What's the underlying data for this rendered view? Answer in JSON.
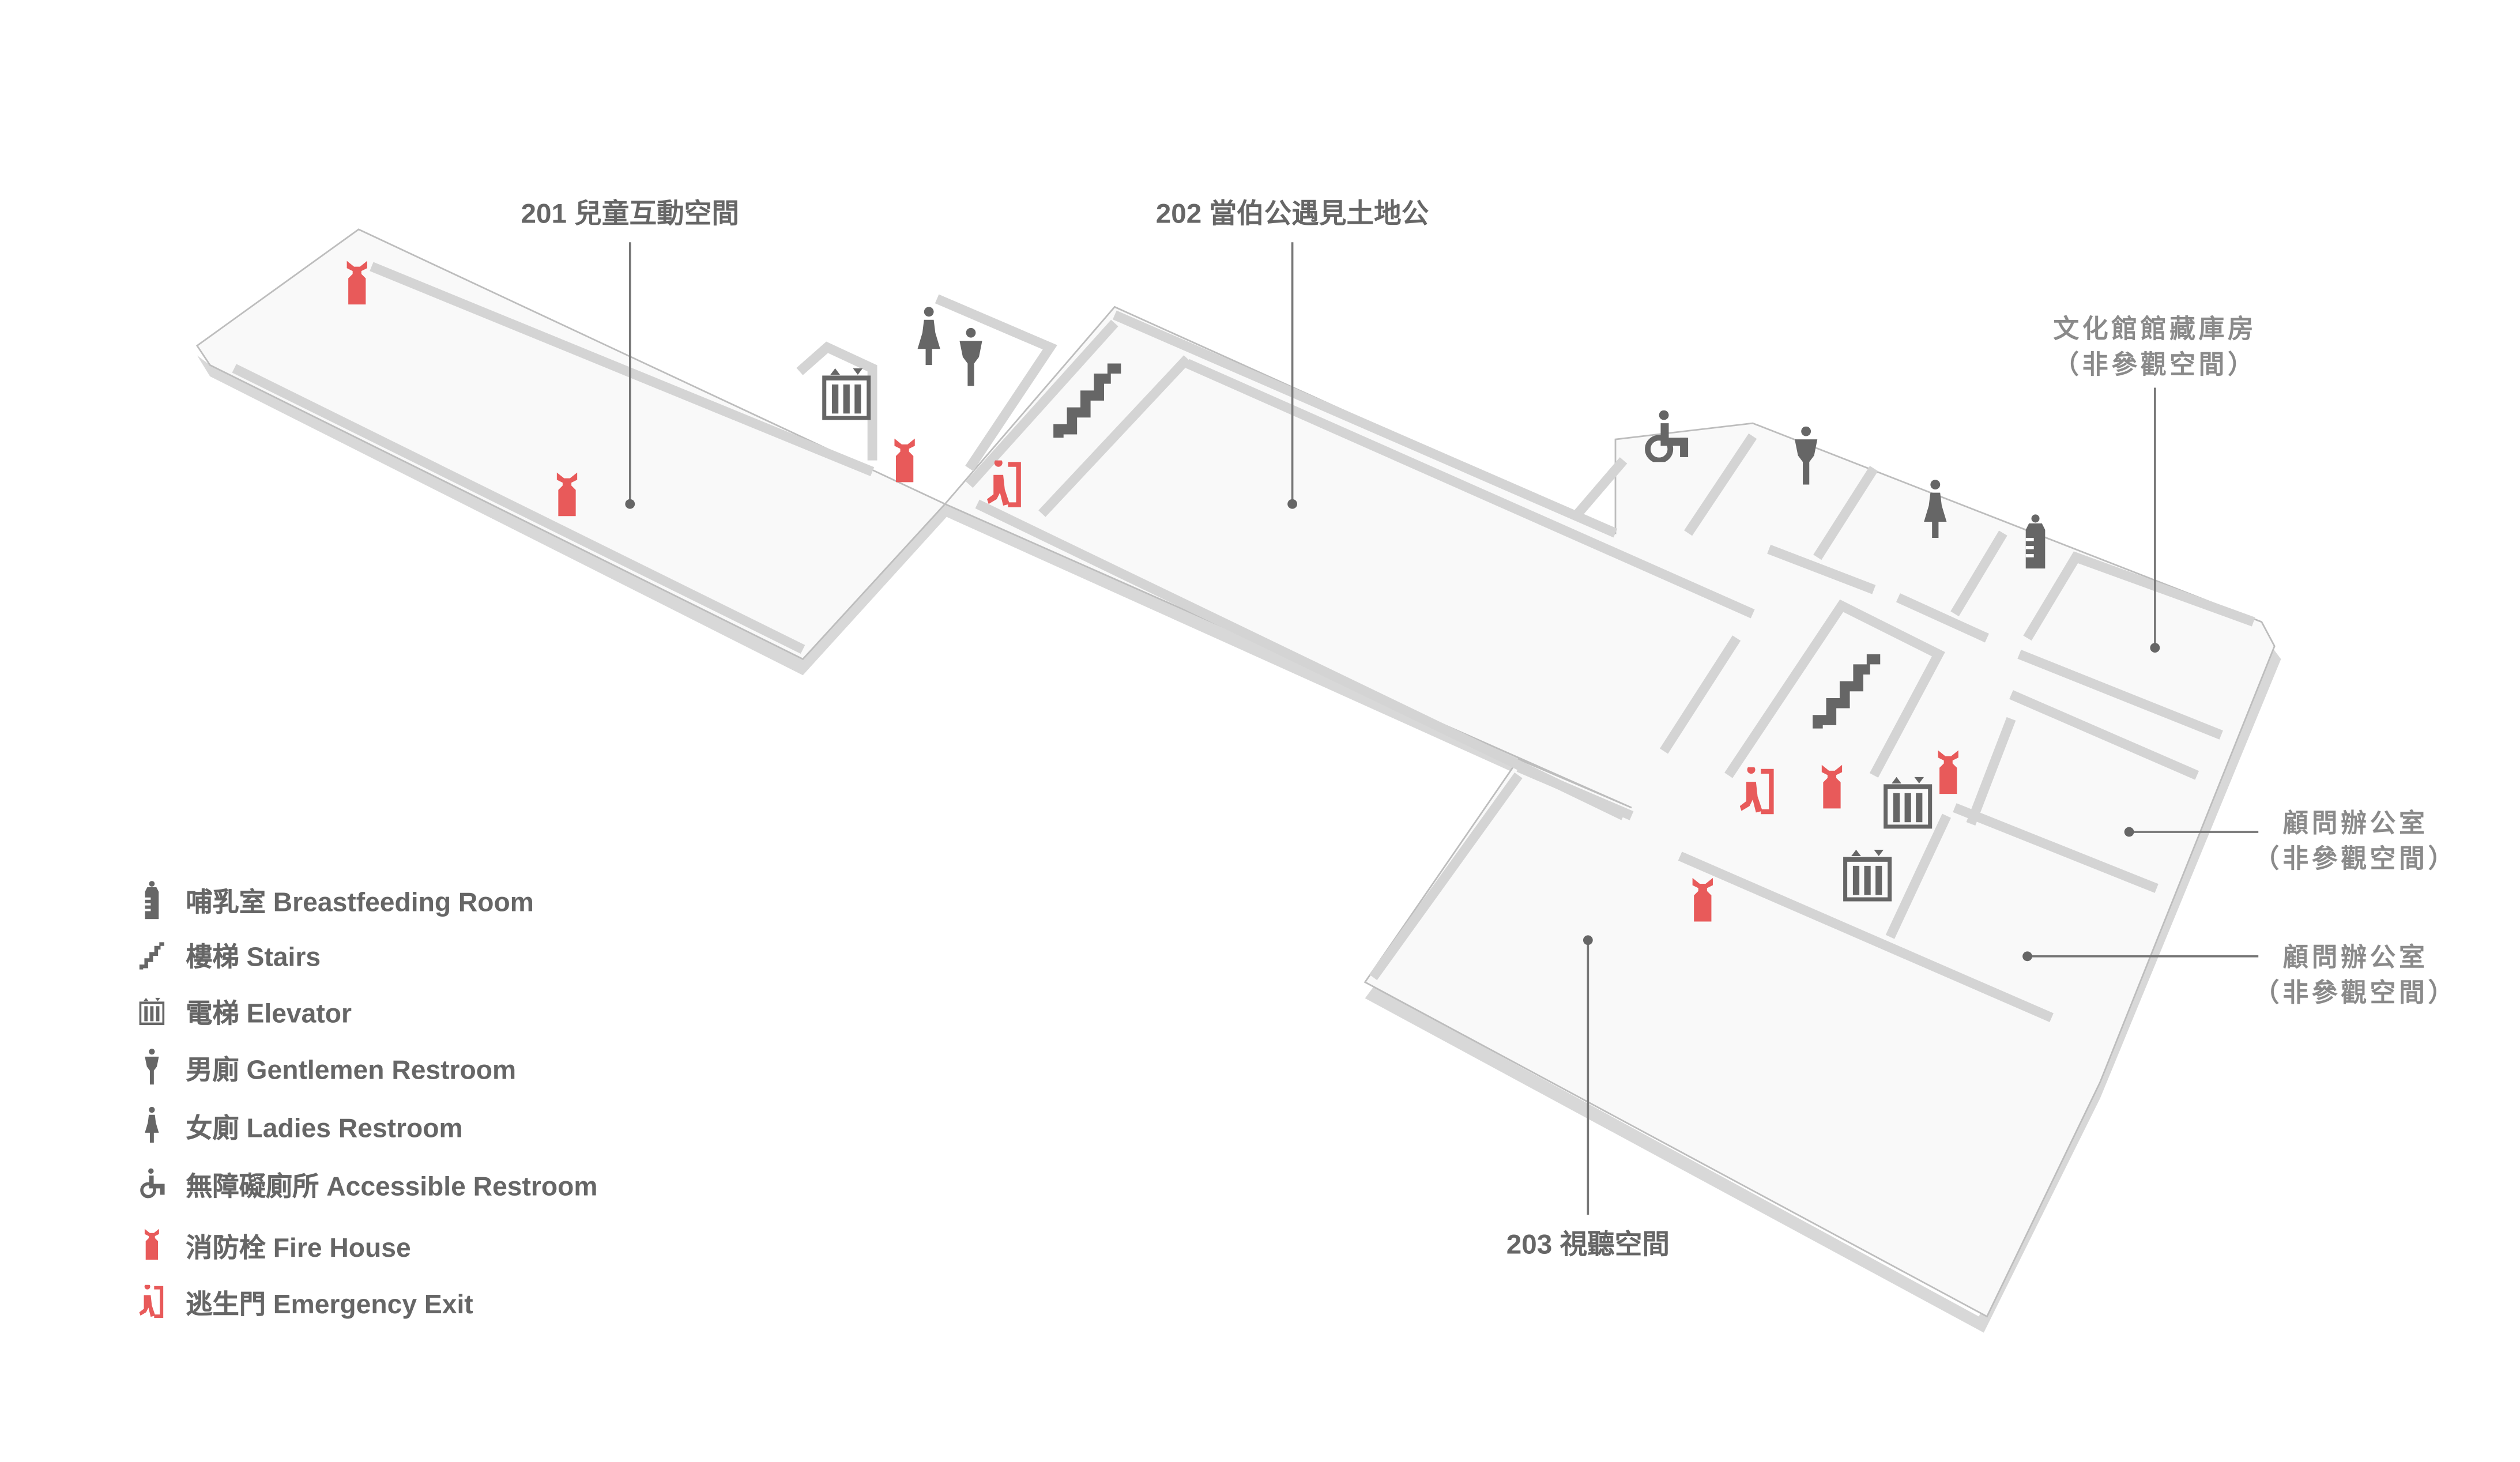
{
  "rooms": {
    "r201": "201 兒童互動空間",
    "r202": "202 當伯公遇見土地公",
    "r203": "203 視聽空間",
    "storage": {
      "line1": "文化館館藏庫房",
      "line2": "（非參觀空間）"
    },
    "office1": {
      "line1": "顧問辦公室",
      "line2": "（非參觀空間）"
    },
    "office2": {
      "line1": "顧問辦公室",
      "line2": "（非參觀空間）"
    }
  },
  "legend": [
    {
      "icon": "breastfeeding-icon",
      "label": "哺乳室 Breastfeeding Room"
    },
    {
      "icon": "stairs-icon",
      "label": "樓梯 Stairs"
    },
    {
      "icon": "elevator-icon",
      "label": "電梯 Elevator"
    },
    {
      "icon": "mens-restroom-icon",
      "label": "男廁 Gentlemen Restroom"
    },
    {
      "icon": "ladies-restroom-icon",
      "label": "女廁 Ladies Restroom"
    },
    {
      "icon": "accessible-restroom-icon",
      "label": "無障礙廁所  Accessible Restroom"
    },
    {
      "icon": "fire-hydrant-icon",
      "label": "消防栓 Fire House"
    },
    {
      "icon": "emergency-exit-icon",
      "label": "逃生門 Emergency Exit"
    }
  ],
  "colors": {
    "icon_grey": "#666666",
    "fire_red": "#e85a5a",
    "wall": "#dcdcdc",
    "floor": "#f9f9f9"
  }
}
